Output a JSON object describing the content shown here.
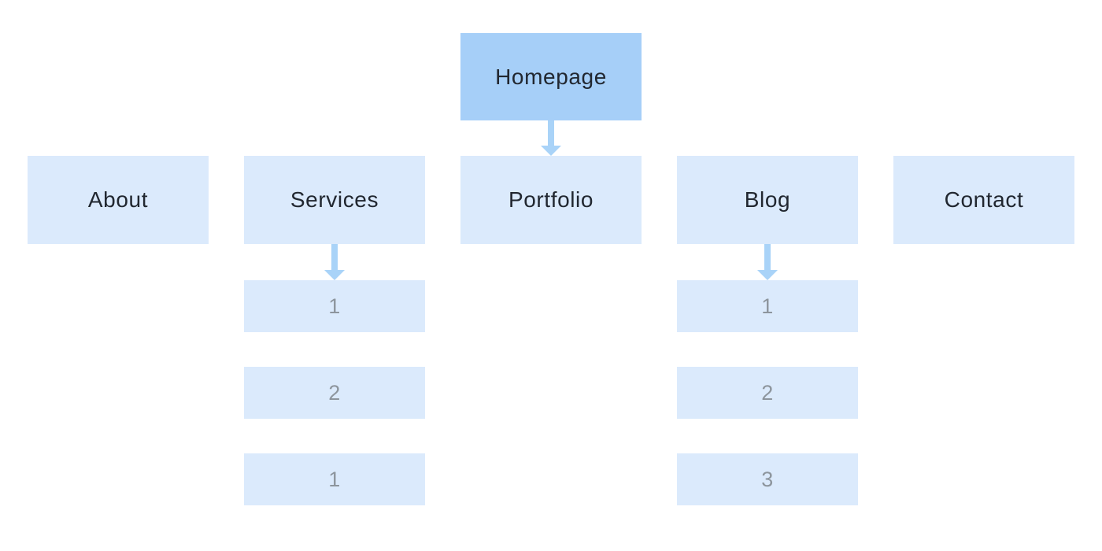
{
  "theme": {
    "canvas_bg": "#ffffff",
    "root_node_fill": "#a6cff8",
    "node_fill": "#dbeafc",
    "arrow_color": "#a9d3f8",
    "node_label_color": "#212730",
    "child_number_color": "#8d959d"
  },
  "icons": {
    "connector": "arrow-down-icon"
  },
  "sitemap": {
    "root": {
      "label": "Homepage"
    },
    "level1": [
      {
        "label": "About"
      },
      {
        "label": "Services"
      },
      {
        "label": "Portfolio"
      },
      {
        "label": "Blog"
      },
      {
        "label": "Contact"
      }
    ],
    "services_children": [
      "1",
      "2",
      "1"
    ],
    "blog_children": [
      "1",
      "2",
      "3"
    ]
  }
}
